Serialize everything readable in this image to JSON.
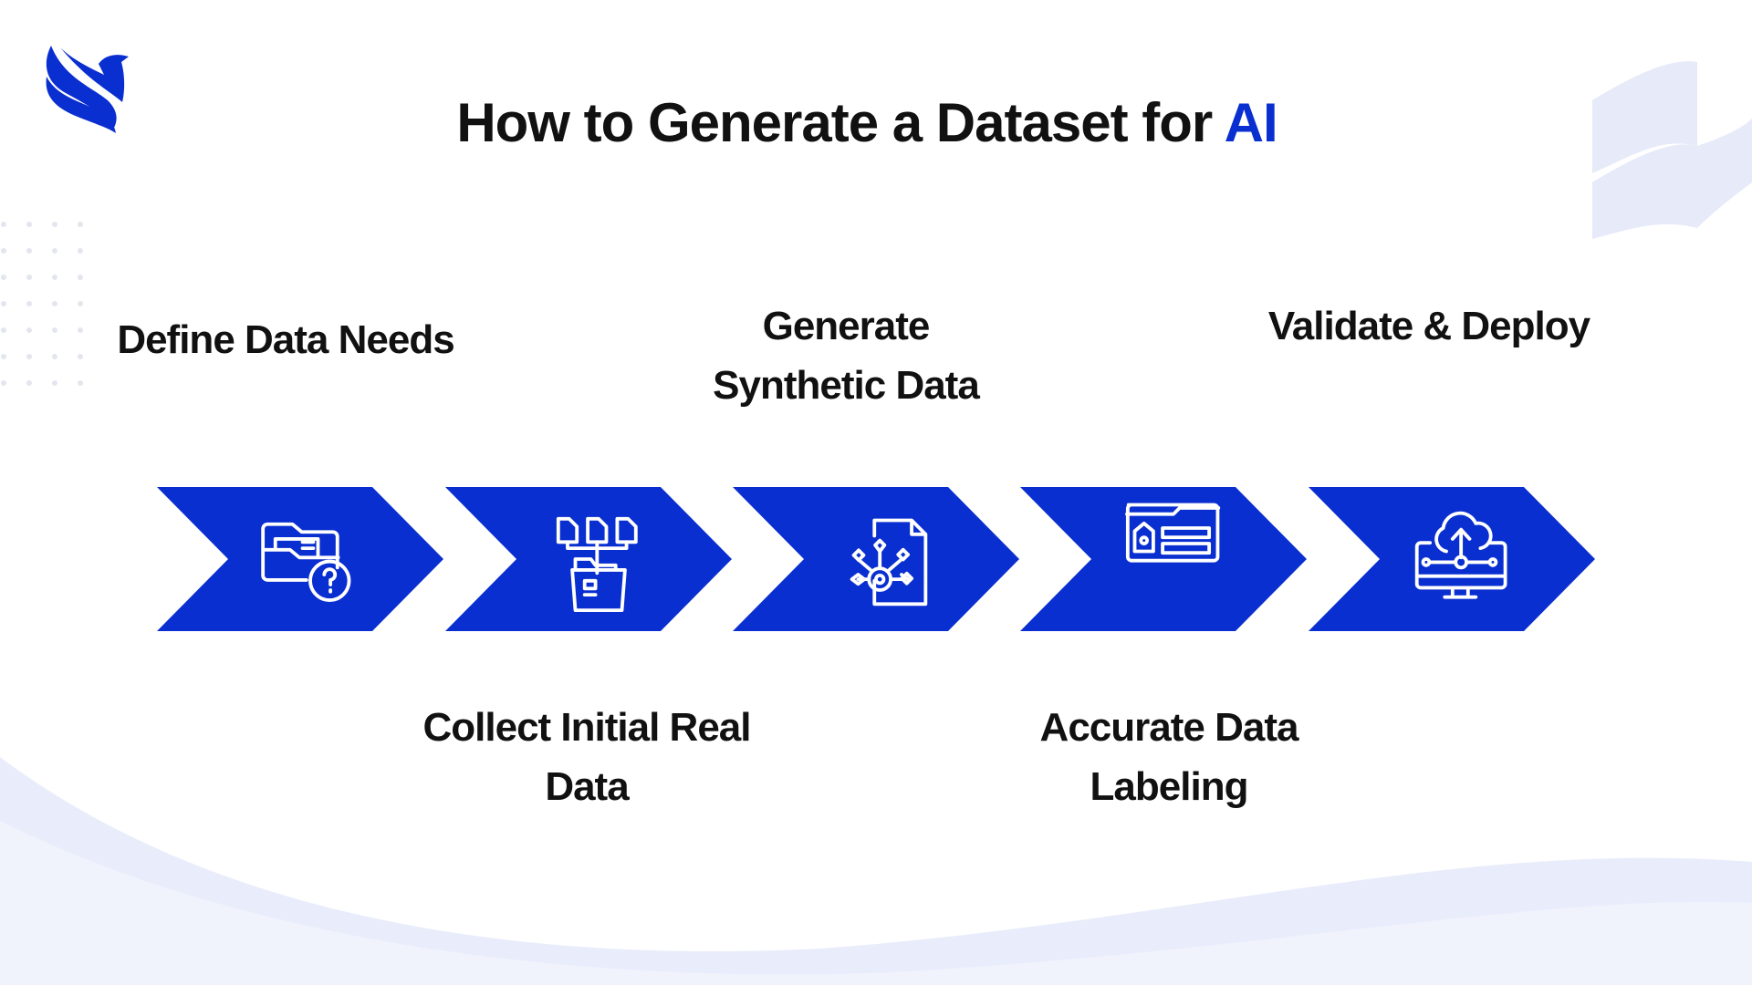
{
  "title": {
    "main": "How to Generate a Dataset for",
    "highlight": "AI"
  },
  "steps": [
    {
      "label": "Define Data Needs",
      "icon": "folder-question-icon",
      "position": "top"
    },
    {
      "label": "Collect Initial Real Data",
      "icon": "files-to-folder-icon",
      "position": "bottom"
    },
    {
      "label": "Generate Synthetic Data",
      "icon": "document-gear-network-icon",
      "position": "top"
    },
    {
      "label": "Accurate Data Labeling",
      "icon": "labeled-folder-icon",
      "position": "bottom"
    },
    {
      "label": "Validate & Deploy",
      "icon": "cloud-upload-monitor-icon",
      "position": "top"
    }
  ],
  "colors": {
    "accent": "#0a2fd0",
    "wave": "#e9edfb",
    "text": "#111111"
  }
}
